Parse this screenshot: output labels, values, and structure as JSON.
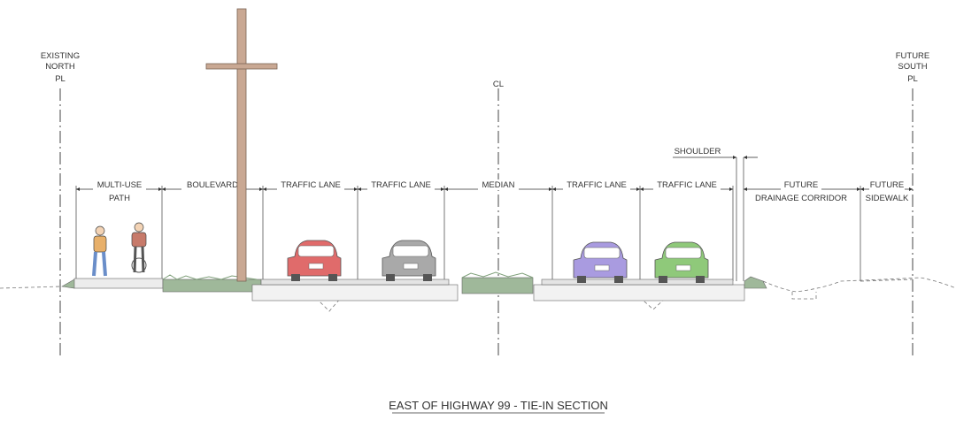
{
  "title": "EAST OF HIGHWAY 99 - TIE-IN SECTION",
  "property_lines": {
    "north_1": "EXISTING",
    "north_2": "NORTH",
    "north_pl": "PL",
    "centerline": "CL",
    "south_1": "FUTURE",
    "south_2": "SOUTH",
    "south_pl": "PL"
  },
  "segments": {
    "mup_1": "MULTI-USE",
    "mup_2": "PATH",
    "boulevard": "BOULEVARD",
    "lane_1": "TRAFFIC LANE",
    "lane_2": "TRAFFIC LANE",
    "median": "MEDIAN",
    "lane_3": "TRAFFIC LANE",
    "lane_4": "TRAFFIC LANE",
    "shoulder": "SHOULDER",
    "drain_1": "FUTURE",
    "drain_2": "DRAINAGE CORRIDOR",
    "sidewalk_1": "FUTURE",
    "sidewalk_2": "SIDEWALK"
  },
  "colors": {
    "car_1": "#e06b6b",
    "car_2": "#a9a9a9",
    "car_3": "#a99be0",
    "car_4": "#8fc97a",
    "pole": "#c9a893",
    "grass": "#9fb89a"
  }
}
